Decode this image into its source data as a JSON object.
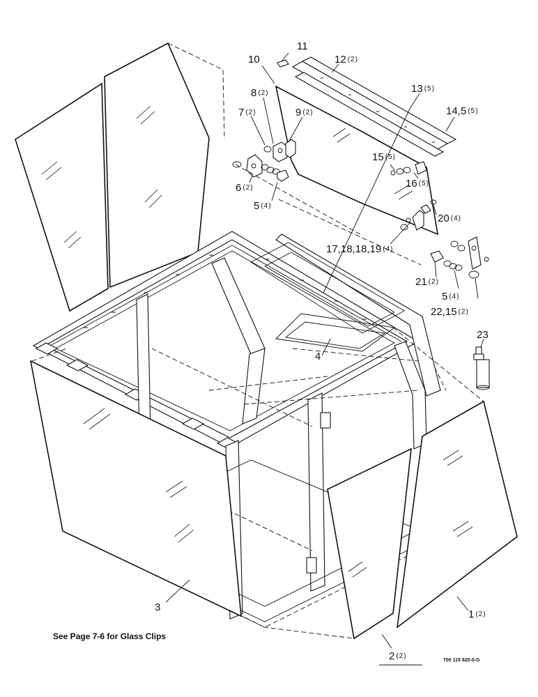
{
  "callouts": [
    {
      "num": "11",
      "qty": ""
    },
    {
      "num": "10",
      "qty": ""
    },
    {
      "num": "12",
      "qty": "(2)"
    },
    {
      "num": "8",
      "qty": "(2)"
    },
    {
      "num": "13",
      "qty": "(5)"
    },
    {
      "num": "7",
      "qty": "(2)"
    },
    {
      "num": "9",
      "qty": "(2)"
    },
    {
      "num": "14,5",
      "qty": "(5)"
    },
    {
      "num": "15",
      "qty": "(5)"
    },
    {
      "num": "6",
      "qty": "(2)"
    },
    {
      "num": "16",
      "qty": "(5)"
    },
    {
      "num": "5",
      "qty": "(4)"
    },
    {
      "num": "20",
      "qty": "(4)"
    },
    {
      "num": "17,18,18,19",
      "qty": "(4)"
    },
    {
      "num": "21",
      "qty": "(2)"
    },
    {
      "num": "5",
      "qty": "(4)"
    },
    {
      "num": "22,15",
      "qty": "(2)"
    },
    {
      "num": "23",
      "qty": ""
    },
    {
      "num": "4",
      "qty": ""
    },
    {
      "num": "3",
      "qty": ""
    },
    {
      "num": "1",
      "qty": "(2)"
    },
    {
      "num": "2",
      "qty": "(2)"
    }
  ],
  "note": "See Page 7-6 for Glass Clips",
  "drawing_number": "700 115 620-0-G"
}
